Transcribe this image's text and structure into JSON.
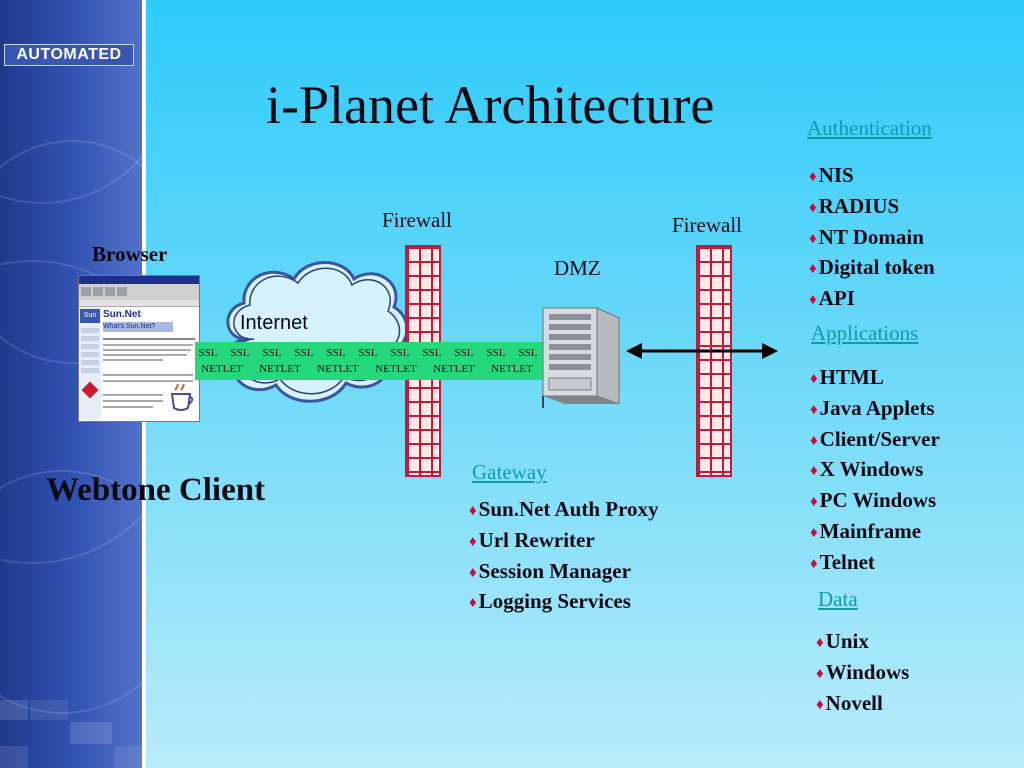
{
  "brand": {
    "logo_text": "AUTOMATED"
  },
  "slide": {
    "title": "i-Planet Architecture"
  },
  "diagram": {
    "browser_label": "Browser",
    "client_label": "Webtone Client",
    "internet_label": "Internet",
    "firewall_left_label": "Firewall",
    "firewall_right_label": "Firewall",
    "dmz_label": "DMZ",
    "tunnel": {
      "top_text": "SSL",
      "bottom_text": "NETLET",
      "ssl_count": 11,
      "netlet_count": 6
    },
    "browser_screen": {
      "sun_logo": "Sun",
      "site_title": "Sun.Net",
      "banner": "What's Sun.Net?"
    }
  },
  "sections": {
    "authentication": {
      "heading": "Authentication",
      "items": [
        "NIS",
        "RADIUS",
        "NT Domain",
        "Digital token",
        "API"
      ]
    },
    "applications": {
      "heading": "Applications",
      "items": [
        "HTML",
        "Java Applets",
        "Client/Server",
        "X Windows",
        "PC Windows",
        "Mainframe",
        "Telnet"
      ]
    },
    "gateway": {
      "heading": "Gateway",
      "items": [
        "Sun.Net Auth Proxy",
        "Url Rewriter",
        "Session Manager",
        "Logging Services"
      ]
    },
    "data": {
      "heading": "Data",
      "items": [
        "Unix",
        "Windows",
        "Novell"
      ]
    }
  },
  "colors": {
    "background_top": "#2ecbfb",
    "background_bottom": "#b8ecfb",
    "sidebar": "#3454b4",
    "heading_teal": "#0f9ba8",
    "bullet_red": "#cc0a3c",
    "brick_red": "#c51b3a",
    "tunnel_green": "#25d87c"
  }
}
